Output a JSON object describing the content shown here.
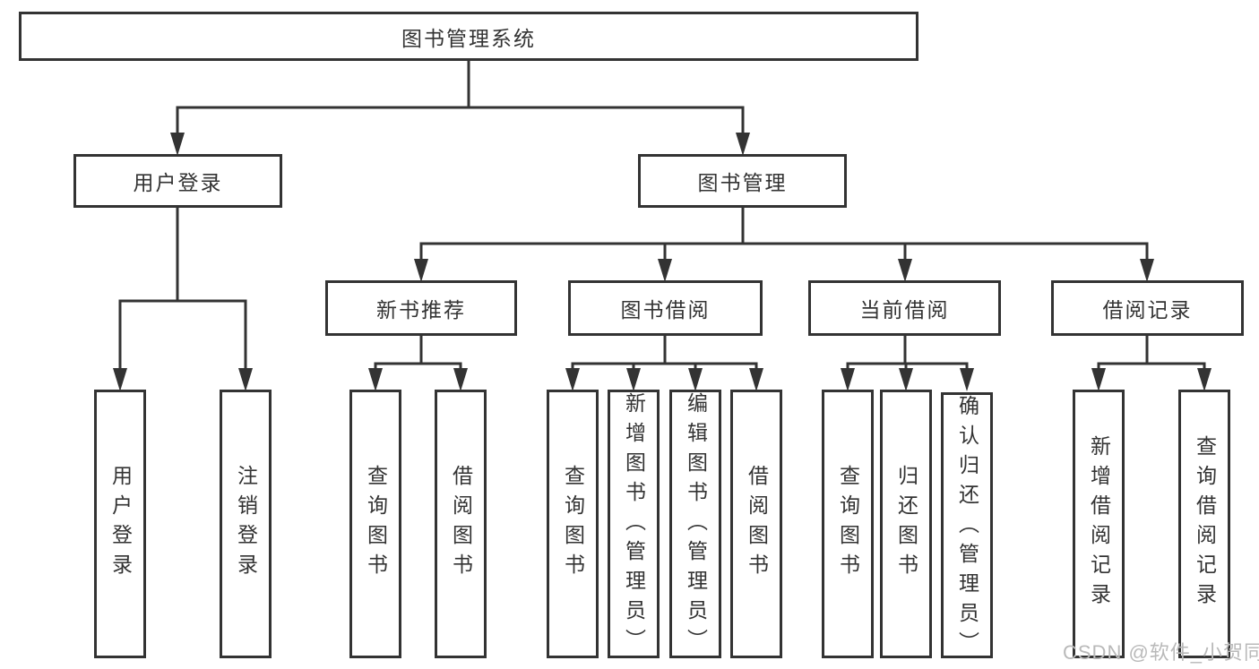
{
  "tree": {
    "label": "图书管理系统",
    "children": [
      {
        "label": "用户登录",
        "children": [
          {
            "label": "用户登录"
          },
          {
            "label": "注销登录"
          }
        ]
      },
      {
        "label": "图书管理",
        "children": [
          {
            "label": "新书推荐",
            "children": [
              {
                "label": "查询图书"
              },
              {
                "label": "借阅图书"
              }
            ]
          },
          {
            "label": "图书借阅",
            "children": [
              {
                "label": "查询图书"
              },
              {
                "label": "新增图书（管理员）"
              },
              {
                "label": "编辑图书（管理员）"
              },
              {
                "label": "借阅图书"
              }
            ]
          },
          {
            "label": "当前借阅",
            "children": [
              {
                "label": "查询图书"
              },
              {
                "label": "归还图书"
              },
              {
                "label": "确认归还（管理员）"
              }
            ]
          },
          {
            "label": "借阅记录",
            "children": [
              {
                "label": "新增借阅记录"
              },
              {
                "label": "查询借阅记录"
              }
            ]
          }
        ]
      }
    ]
  },
  "watermark": {
    "text": "CSDN @软件_小贺同学"
  },
  "colors": {
    "line": "#333333",
    "box_border": "#333333",
    "text": "#333333",
    "watermark": "#b9b9b9",
    "background": "#ffffff"
  }
}
